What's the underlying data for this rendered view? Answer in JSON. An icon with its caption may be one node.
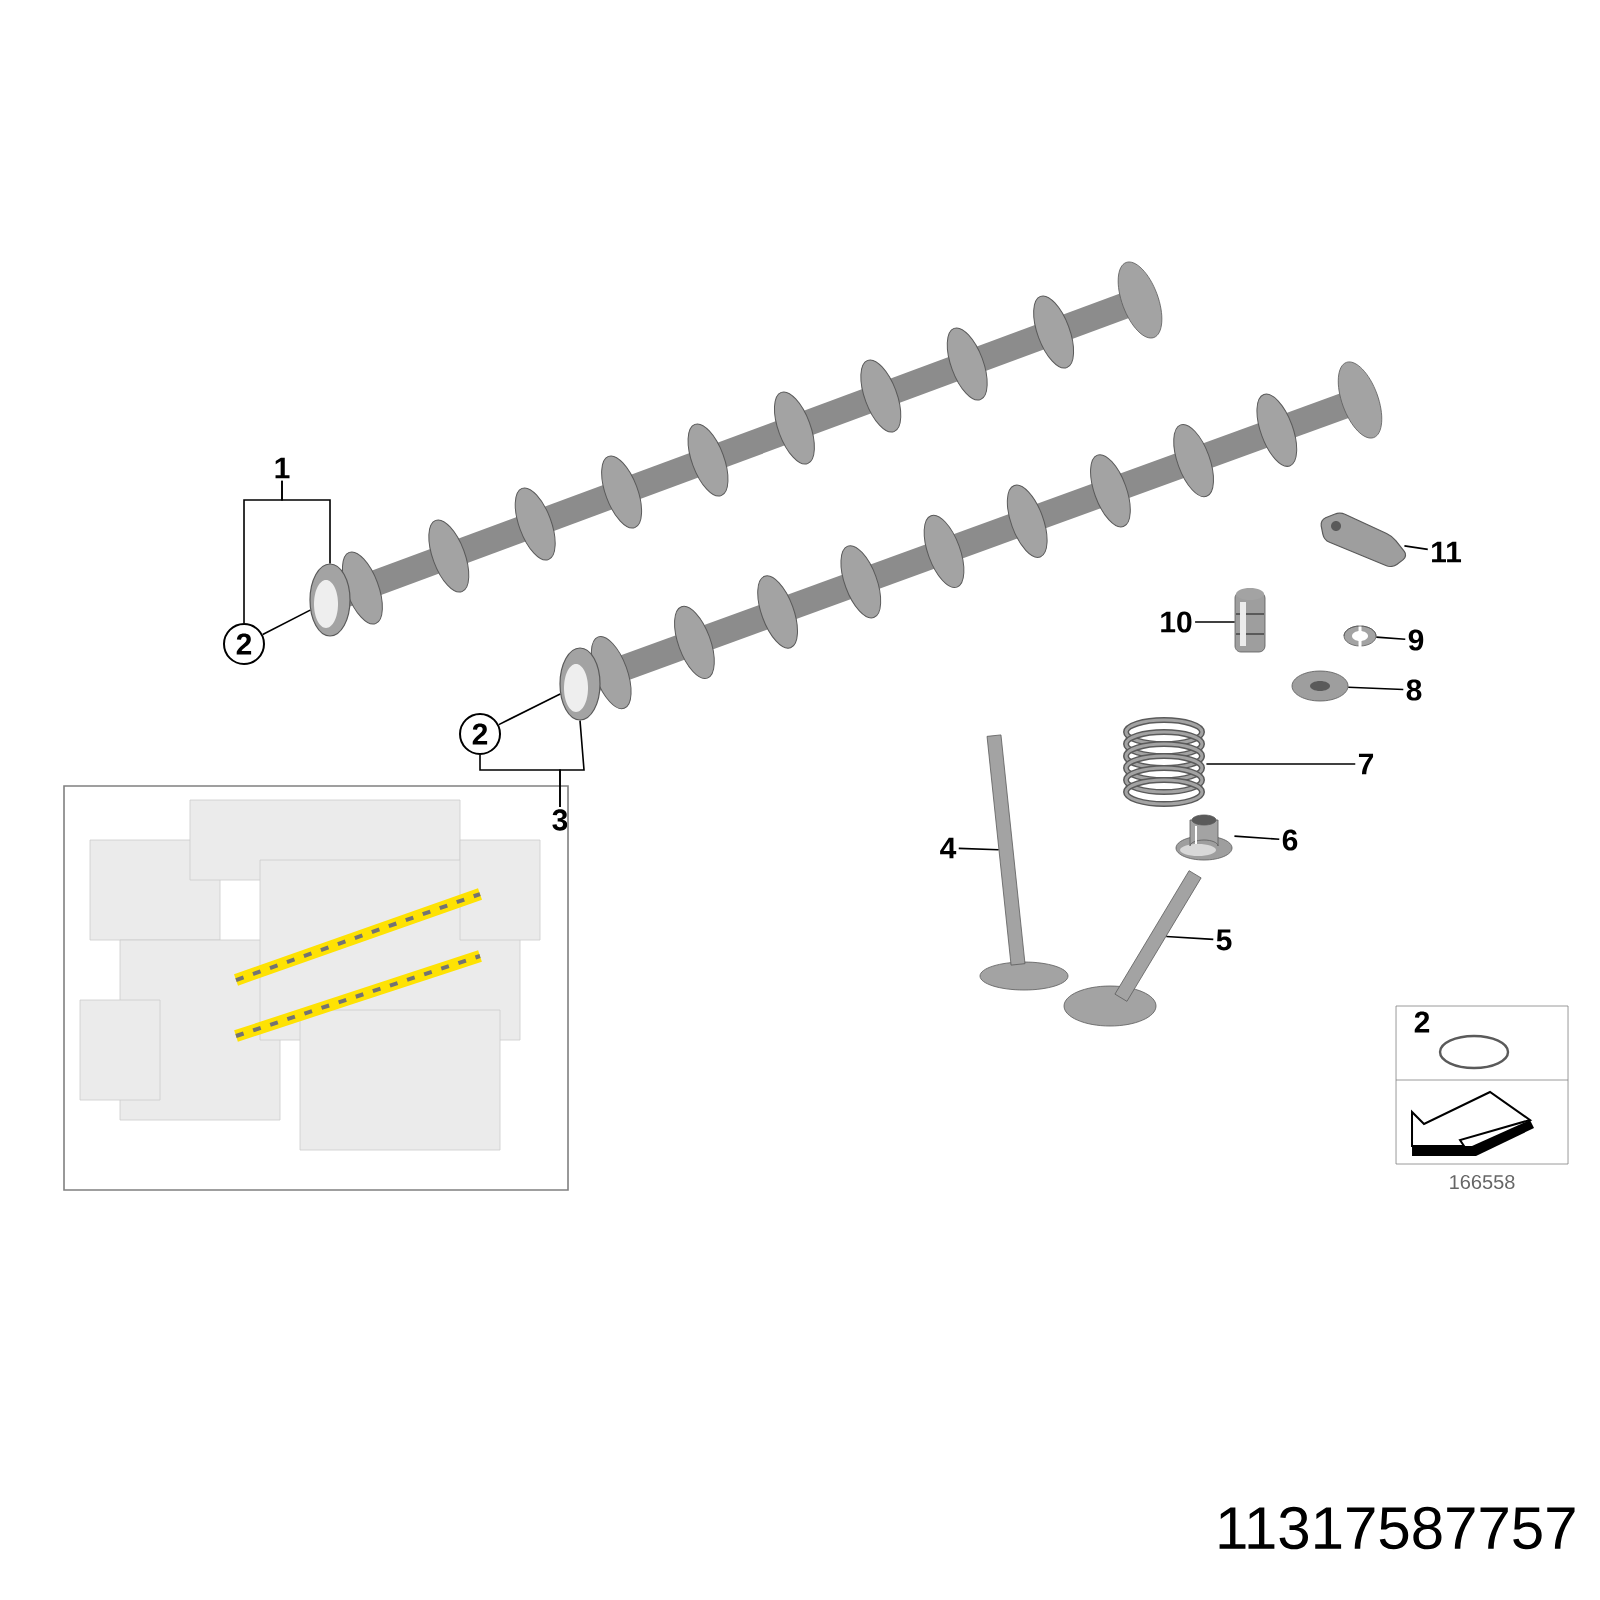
{
  "diagram": {
    "nodes": [
      {
        "text": [
          "1"
        ]
      },
      {
        "text": [],
        "shape": "picture"
      },
      {
        "text": [
          "2"
        ]
      },
      {
        "text": [
          "2"
        ]
      },
      {
        "text": [
          "3"
        ]
      },
      {
        "text": [],
        "shape": "picture"
      },
      {
        "text": [
          "4"
        ]
      },
      {
        "text": [],
        "shape": "picture"
      },
      {
        "text": [
          "5"
        ]
      },
      {
        "text": [],
        "shape": "picture"
      },
      {
        "text": [
          "6"
        ]
      },
      {
        "text": [],
        "shape": "picture"
      },
      {
        "text": [
          "7"
        ]
      },
      {
        "text": [],
        "shape": "picture"
      },
      {
        "text": [
          "8"
        ]
      },
      {
        "text": [],
        "shape": "picture"
      },
      {
        "text": [
          "9"
        ]
      },
      {
        "text": [],
        "shape": "picture"
      },
      {
        "text": [
          "10"
        ]
      },
      {
        "text": [],
        "shape": "picture"
      },
      {
        "text": [
          "11"
        ]
      },
      {
        "text": [],
        "shape": "picture"
      }
    ],
    "edges": [
      {
        "from": 0,
        "to": 1,
        "arrow": "none"
      },
      {
        "from": 0,
        "to": 2,
        "arrow": "none"
      },
      {
        "from": 2,
        "to": 1,
        "arrow": "none"
      },
      {
        "from": 4,
        "to": 5,
        "arrow": "none"
      },
      {
        "from": 4,
        "to": 3,
        "arrow": "none"
      },
      {
        "from": 3,
        "to": 5,
        "arrow": "none"
      },
      {
        "from": 6,
        "to": 7,
        "arrow": "none"
      },
      {
        "from": 8,
        "to": 9,
        "arrow": "none"
      },
      {
        "from": 10,
        "to": 11,
        "arrow": "none"
      },
      {
        "from": 12,
        "to": 13,
        "arrow": "none"
      },
      {
        "from": 14,
        "to": 15,
        "arrow": "none"
      },
      {
        "from": 16,
        "to": 17,
        "arrow": "none"
      },
      {
        "from": 18,
        "to": 19,
        "arrow": "none"
      },
      {
        "from": 20,
        "to": 21,
        "arrow": "none"
      }
    ],
    "labels": [
      "2",
      "166558",
      "11317587757"
    ]
  }
}
